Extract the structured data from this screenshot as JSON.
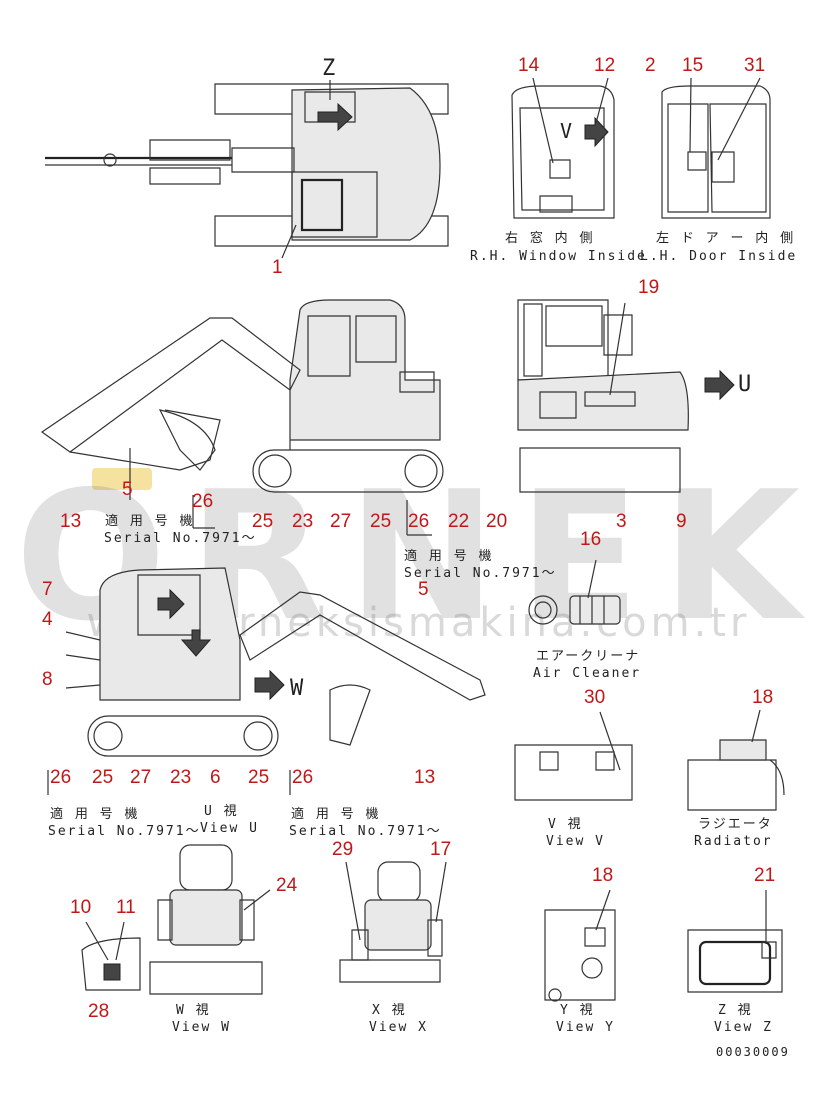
{
  "view_letters": {
    "z_top": "Z",
    "v_arrow": "V",
    "u_arrow": "U",
    "w_arrow": "W"
  },
  "callouts": {
    "c14": "14",
    "c12": "12",
    "c2": "2",
    "c15": "15",
    "c31": "31",
    "c1": "1",
    "c19": "19",
    "c5a": "5",
    "c26a": "26",
    "c13a": "13",
    "c25a": "25",
    "c23a": "23",
    "c27a": "27",
    "c25b": "25",
    "c26b": "26",
    "c22": "22",
    "c20": "20",
    "c3": "3",
    "c9": "9",
    "c16": "16",
    "c7": "7",
    "c4": "4",
    "c8": "8",
    "c5b": "5",
    "c26c": "26",
    "c25c": "25",
    "c27b": "27",
    "c23b": "23",
    "c6": "6",
    "c25d": "25",
    "c26d": "26",
    "c13b": "13",
    "c30": "30",
    "c18a": "18",
    "c29": "29",
    "c17": "17",
    "c24": "24",
    "c10": "10",
    "c11": "11",
    "c28": "28",
    "c18b": "18",
    "c21": "21"
  },
  "labels": {
    "rh_window_jp": "右 窓 内 側",
    "rh_window_en": "R.H. Window Inside",
    "lh_door_jp": "左 ド ア ー 内 側",
    "lh_door_en": "L.H. Door Inside",
    "serial1_jp": "適 用 号 機",
    "serial1_en": "Serial No.7971～",
    "serial2_jp": "適 用 号 機",
    "serial2_en": "Serial No.7971～",
    "serial3_jp": "適 用 号 機",
    "serial3_en": "Serial No.7971～",
    "serial4_jp": "適 用 号 機",
    "serial4_en": "Serial No.7971～",
    "air_cleaner_jp": "エアークリーナ",
    "air_cleaner_en": "Air Cleaner",
    "view_u_jp": "U  視",
    "view_u_en": "View U",
    "view_v_jp": "V  視",
    "view_v_en": "View V",
    "radiator_jp": "ラジエータ",
    "radiator_en": "Radiator",
    "view_w_jp": "W  視",
    "view_w_en": "View W",
    "view_x_jp": "X  視",
    "view_x_en": "View X",
    "view_y_jp": "Y  視",
    "view_y_en": "View Y",
    "view_z_jp": "Z  視",
    "view_z_en": "View Z",
    "drawing_number": "00030009"
  },
  "watermark": {
    "word": "ORNEK",
    "url": "www.orneksismakina.com.tr"
  },
  "colors": {
    "callout": "#c01818",
    "line": "#333333",
    "watermark": "#787878"
  }
}
